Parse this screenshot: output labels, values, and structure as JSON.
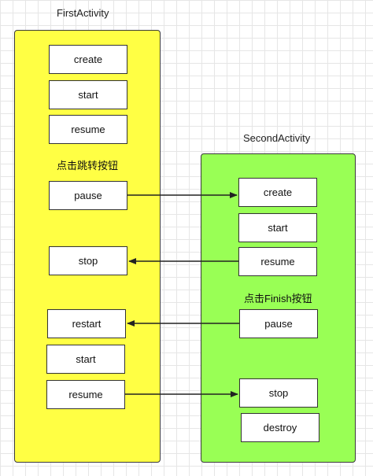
{
  "first_activity": {
    "title": "FirstActivity",
    "steps": [
      "create",
      "start",
      "resume",
      "pause",
      "stop",
      "restart",
      "start",
      "resume"
    ],
    "note": "点击跳转按钮"
  },
  "second_activity": {
    "title": "SecondActivity",
    "steps": [
      "create",
      "start",
      "resume",
      "pause",
      "stop",
      "destroy"
    ],
    "note": "点击Finish按钮"
  },
  "colors": {
    "first_lane": "#ffff44",
    "second_lane": "#99ff55",
    "arrow": "#222222"
  },
  "flows": [
    {
      "from": "first_activity.pause",
      "to": "second_activity.create"
    },
    {
      "from": "second_activity.resume",
      "to": "first_activity.stop"
    },
    {
      "from": "second_activity.pause",
      "to": "first_activity.restart"
    },
    {
      "from": "first_activity.resume",
      "to": "second_activity.stop"
    }
  ]
}
